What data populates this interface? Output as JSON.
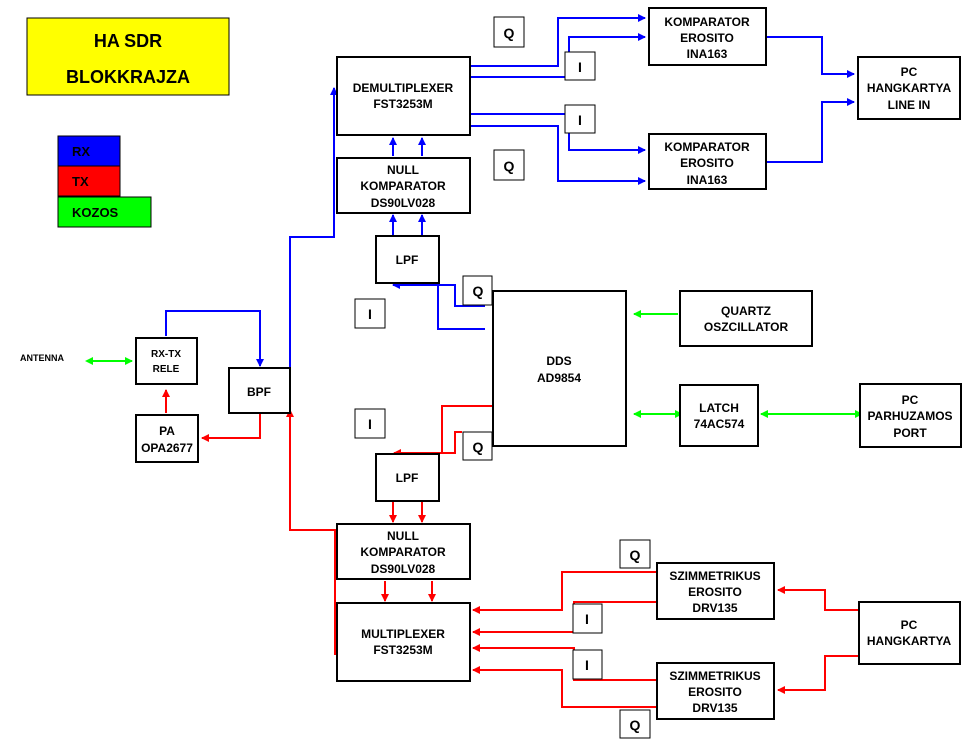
{
  "title": {
    "line1": "HA SDR",
    "line2": "BLOKKRAJZA",
    "background": "#ffff00"
  },
  "legend": [
    {
      "label": "RX",
      "color": "#0000ff"
    },
    {
      "label": "TX",
      "color": "#ff0000"
    },
    {
      "label": "KOZOS",
      "color": "#00ff00"
    }
  ],
  "colors": {
    "rx": "#0000ff",
    "tx": "#ff0000",
    "common": "#00ff00"
  },
  "antenna_label": "ANTENNA",
  "blocks": {
    "demux": [
      "DEMULTIPLEXER",
      "FST3253M"
    ],
    "null_rx": [
      "NULL",
      "KOMPARATOR",
      "DS90LV028"
    ],
    "lpf_rx": [
      "LPF"
    ],
    "comp1": [
      "KOMPARATOR",
      "EROSITO",
      "INA163"
    ],
    "comp2": [
      "KOMPARATOR",
      "EROSITO",
      "INA163"
    ],
    "pc_line_in": [
      "PC",
      "HANGKARTYA",
      "LINE IN"
    ],
    "rx_tx_rele": [
      "RX-TX",
      "RELE"
    ],
    "pa": [
      "PA",
      "OPA2677"
    ],
    "bpf": [
      "BPF"
    ],
    "dds": [
      "DDS",
      "AD9854"
    ],
    "quartz": [
      "QUARTZ",
      "OSZCILLATOR"
    ],
    "latch": [
      "LATCH",
      "74AC574"
    ],
    "pc_parallel": [
      "PC",
      "PARHUZAMOS",
      "PORT"
    ],
    "lpf_tx": [
      "LPF"
    ],
    "null_tx": [
      "NULL",
      "KOMPARATOR",
      "DS90LV028"
    ],
    "mux": [
      "MULTIPLEXER",
      "FST3253M"
    ],
    "szim1": [
      "SZIMMETRIKUS",
      "EROSITO",
      "DRV135"
    ],
    "szim2": [
      "SZIMMETRIKUS",
      "EROSITO",
      "DRV135"
    ],
    "pc_sound": [
      "PC",
      "HANGKARTYA"
    ]
  },
  "iq_labels": {
    "demux_q_top": "Q",
    "demux_i_top": "I",
    "demux_i_bottom": "I",
    "demux_q_bottom": "Q",
    "dds_q_rx": "Q",
    "dds_i_rx": "I",
    "dds_i_tx": "I",
    "dds_q_tx": "Q",
    "mux_q_top": "Q",
    "mux_i_top": "I",
    "mux_i_bottom": "I",
    "mux_q_bottom": "Q"
  }
}
